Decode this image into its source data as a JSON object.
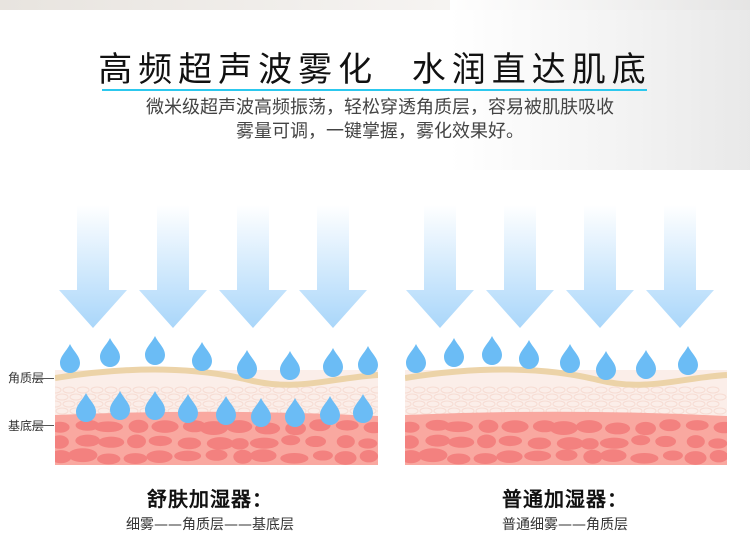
{
  "header": {
    "title": "高频超声波雾化  水润直达肌底",
    "desc_line1": "微米级超声波高频振荡，轻松穿透角质层，容易被肌肤吸收",
    "desc_line2": "雾量可调，一键掌握，雾化效果好。"
  },
  "diagram": {
    "label_stratum": "角质层",
    "label_basal": "基底层"
  },
  "left": {
    "title": "舒肤加湿器：",
    "subtitle": "细雾——角质层——基底层"
  },
  "right": {
    "title": "普通加湿器：",
    "subtitle": "普通细雾——角质层"
  },
  "colors": {
    "accent": "#2cc8ee",
    "drop": "#6bbcf5",
    "skin_top": "#ecd3a8",
    "cells": "#fbeee9",
    "tissue": "#f9a8a0",
    "tissue_cell": "#f3817f"
  }
}
